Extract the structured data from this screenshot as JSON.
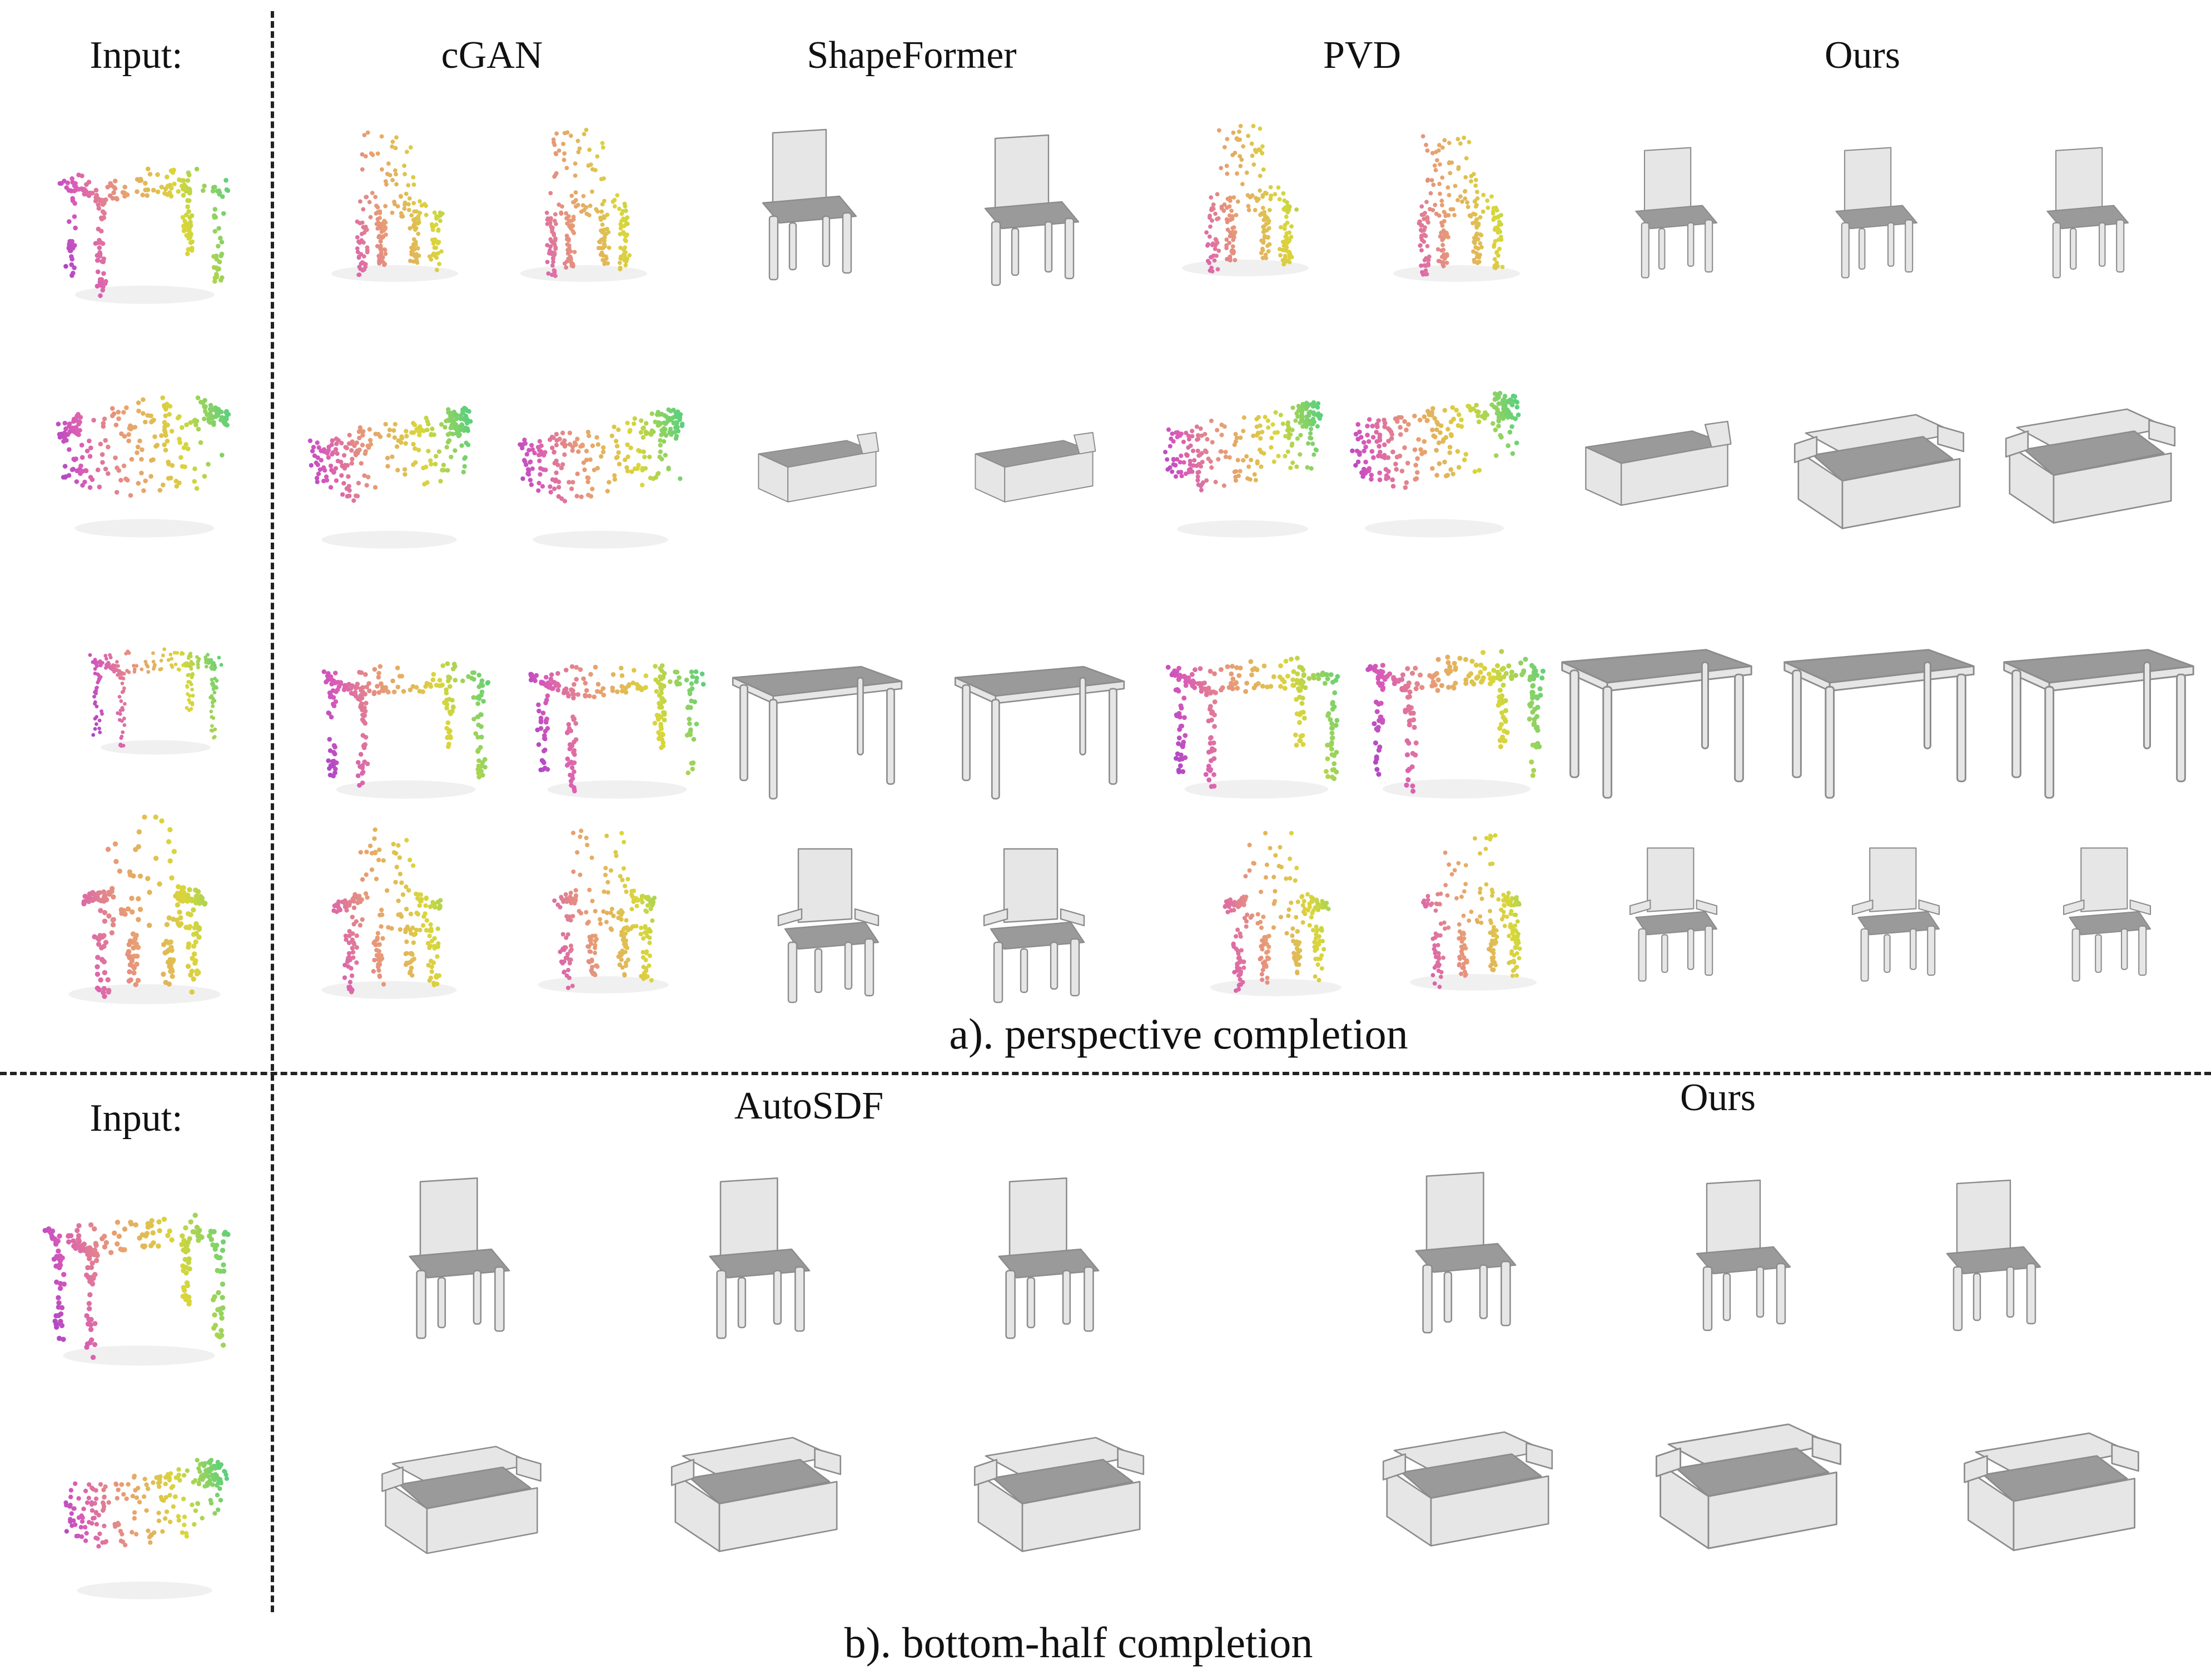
{
  "section_a": {
    "input_label": "Input:",
    "methods": [
      "cGAN",
      "ShapeFormer",
      "PVD",
      "Ours"
    ],
    "caption": "a). perspective completion"
  },
  "section_b": {
    "input_label": "Input:",
    "methods": [
      "AutoSDF",
      "Ours"
    ],
    "caption": "b). bottom-half completion"
  },
  "colors": {
    "mesh_fill": "#e6e6e6",
    "mesh_seat": "#9a9a9a",
    "mesh_stroke": "#8c8c8c",
    "points_gradient": [
      "#7a2fd6",
      "#d95ab8",
      "#e8a070",
      "#d9d63a",
      "#5fd07a",
      "#3fb8d8"
    ]
  },
  "icons": {
    "point_cloud": "point-cloud-render",
    "mesh": "mesh-render"
  }
}
